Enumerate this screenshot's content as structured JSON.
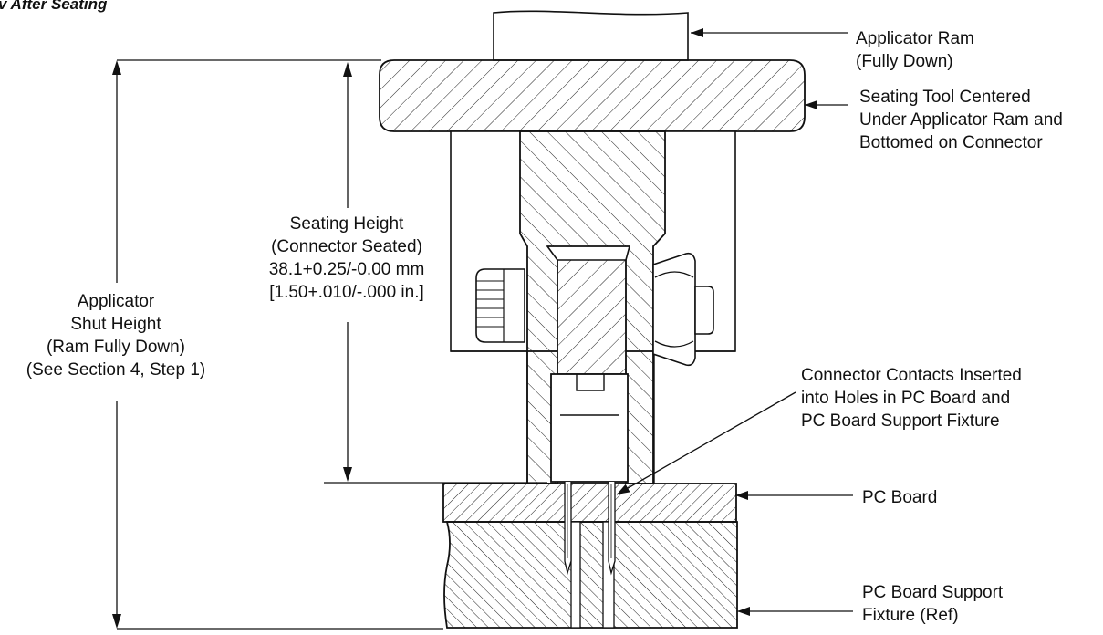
{
  "title": "v After Seating",
  "labels": {
    "applicator_ram": [
      "Applicator Ram",
      "(Fully Down)"
    ],
    "seating_tool": [
      "Seating Tool Centered",
      "Under Applicator Ram and",
      "Bottomed on Connector"
    ],
    "seating_height": [
      "Seating Height",
      "(Connector Seated)",
      "38.1+0.25/-0.00 mm",
      "[1.50+.010/-.000 in.]"
    ],
    "shut_height": [
      "Applicator",
      "Shut Height",
      "(Ram Fully Down)",
      "(See Section 4, Step 1)"
    ],
    "connector_contacts": [
      "Connector Contacts Inserted",
      "into Holes in PC Board and",
      "PC Board Support Fixture"
    ],
    "pc_board": [
      "PC Board"
    ],
    "support_fixture": [
      "PC Board Support",
      "Fixture (Ref)"
    ]
  }
}
